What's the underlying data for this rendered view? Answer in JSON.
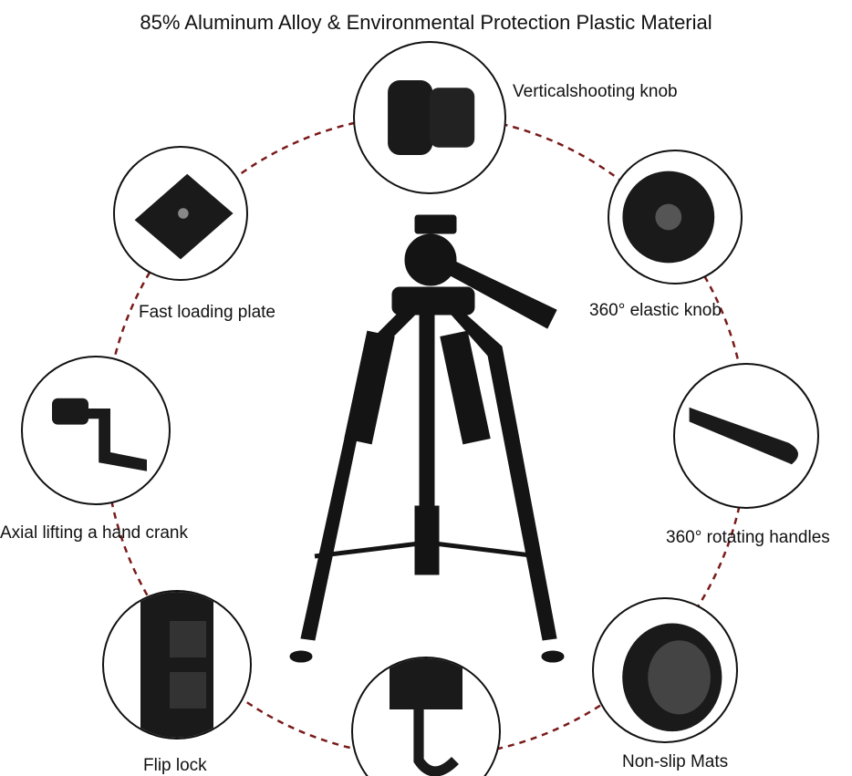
{
  "title": "85% Aluminum Alloy & Environmental Protection Plastic Material",
  "features": [
    {
      "label": "Verticalshooting knob",
      "icon": "vertical-shooting-knob"
    },
    {
      "label": "Fast loading plate",
      "icon": "quick-release-plate"
    },
    {
      "label": "360° elastic knob",
      "icon": "elastic-knob"
    },
    {
      "label": "Axial lifting a hand crank",
      "icon": "hand-crank"
    },
    {
      "label": "360° rotating handles",
      "icon": "rotating-handle"
    },
    {
      "label": "Flip lock",
      "icon": "flip-lock"
    },
    {
      "label": "Non-slip Mats",
      "icon": "rubber-foot"
    },
    {
      "label": "",
      "icon": "center-hook"
    }
  ],
  "colors": {
    "ring": "#7a1a1a",
    "product": "#141414"
  }
}
